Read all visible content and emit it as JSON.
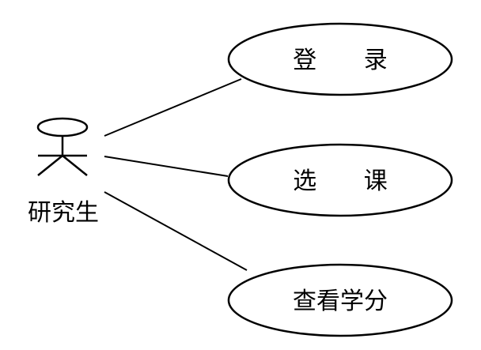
{
  "actor": {
    "label": "研究生"
  },
  "use_cases": [
    {
      "label": "登 录"
    },
    {
      "label": "选 课"
    },
    {
      "label": "查看学分"
    }
  ]
}
